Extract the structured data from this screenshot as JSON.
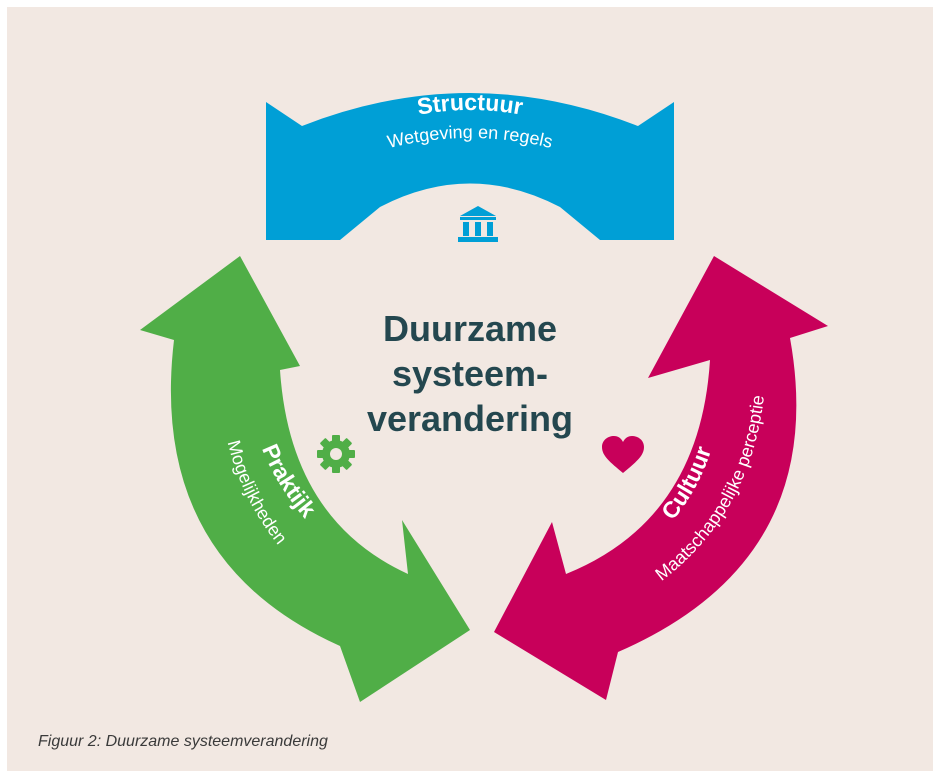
{
  "center": {
    "line1": "Duurzame",
    "line2": "systeem-",
    "line3": "verandering"
  },
  "arrows": {
    "structuur": {
      "title": "Structuur",
      "subtitle": "Wetgeving en regels",
      "color": "#009fd6",
      "icon": "government-building-icon"
    },
    "praktijk": {
      "title": "Praktijk",
      "subtitle": "Mogelijkheden",
      "color": "#50ae47",
      "icon": "gear-icon"
    },
    "cultuur": {
      "title": "Cultuur",
      "subtitle": "Maatschappelijke perceptie",
      "color": "#c8005a",
      "icon": "heart-icon"
    }
  },
  "caption": "Figuur 2: Duurzame systeemverandering",
  "colors": {
    "background": "#f2e8e2",
    "center_text": "#24474f"
  }
}
